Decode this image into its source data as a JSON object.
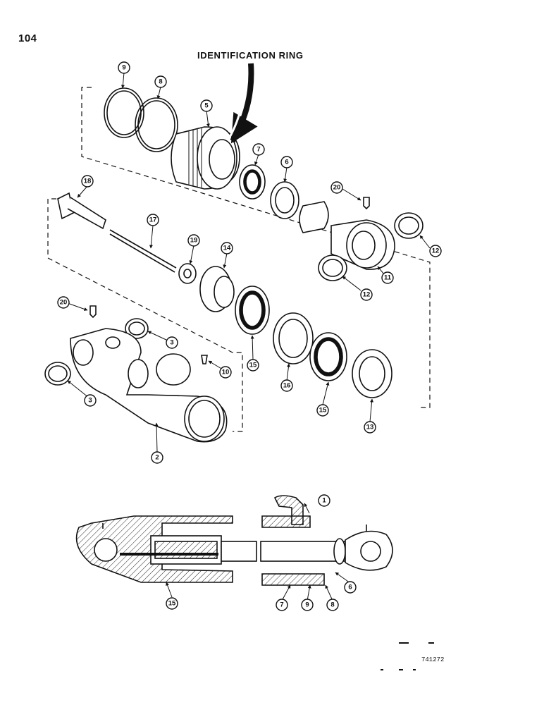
{
  "page": {
    "number": "104",
    "figure_code": "741272"
  },
  "labels": {
    "identification_ring": "IDENTIFICATION RING"
  },
  "callouts": [
    "9",
    "8",
    "5",
    "7",
    "6",
    "20",
    "18",
    "17",
    "19",
    "14",
    "12",
    "11",
    "12",
    "20",
    "3",
    "3",
    "15",
    "16",
    "15",
    "13",
    "10",
    "2",
    "3",
    "1",
    "15",
    "7",
    "9",
    "8",
    "6"
  ]
}
